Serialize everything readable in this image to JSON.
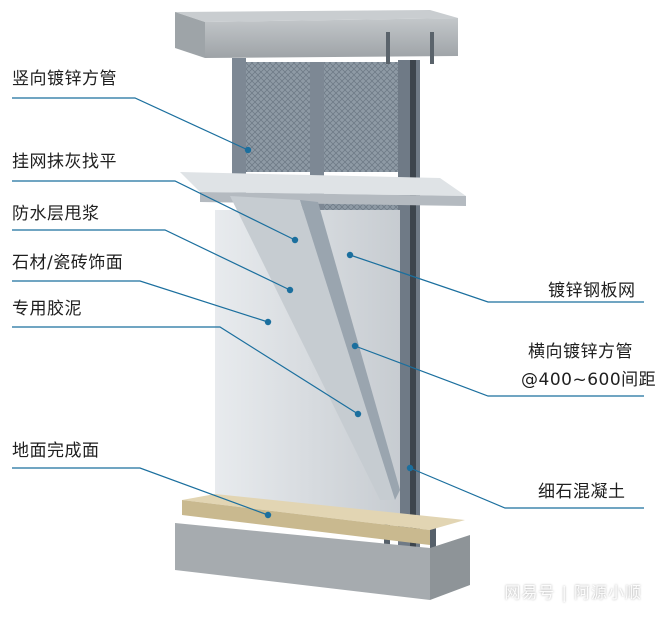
{
  "labels_left": [
    "竖向镀锌方管",
    "挂网抹灰找平",
    "防水层甩浆",
    "石材/瓷砖饰面",
    "专用胶泥",
    "地面完成面"
  ],
  "labels_right": [
    "镀锌钢板网",
    "横向镀锌方管",
    "@400~600间距",
    "细石混凝土"
  ],
  "watermark": "网易号 | 阿源小顺",
  "colors": {
    "leader": "#1b6f9e",
    "dot": "#1b6f9e",
    "concrete": "#aeb3b6",
    "steel": "#8b97a3",
    "mesh": "#7f8b96",
    "panel": "#d7dbdf",
    "floor": "#d9c9a3"
  }
}
